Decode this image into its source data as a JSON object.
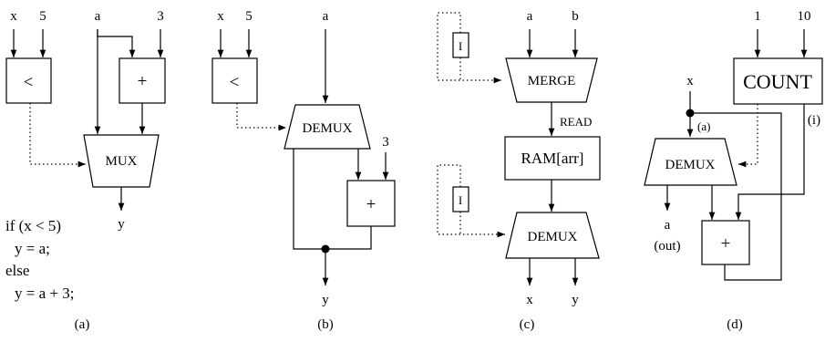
{
  "a": {
    "inputs": {
      "x": "x",
      "five": "5",
      "a": "a",
      "three": "3"
    },
    "less_than": "<",
    "adder": "+",
    "mux": "MUX",
    "output": "y",
    "code": [
      "if (x < 5)",
      "y = a;",
      "else",
      "y = a + 3;"
    ],
    "caption": "(a)"
  },
  "b": {
    "inputs": {
      "x": "x",
      "five": "5",
      "a": "a",
      "three": "3"
    },
    "less_than": "<",
    "demux": "DEMUX",
    "adder": "+",
    "output": "y",
    "caption": "(b)"
  },
  "c": {
    "inputs": {
      "a": "a",
      "b": "b"
    },
    "i_top": "I",
    "merge": "MERGE",
    "read_label": "READ",
    "ram": "RAM[arr]",
    "i_bottom": "I",
    "demux": "DEMUX",
    "outputs": {
      "x": "x",
      "y": "y"
    },
    "caption": "(c)"
  },
  "d": {
    "inputs": {
      "one": "1",
      "ten": "10",
      "x": "x"
    },
    "count": "COUNT",
    "i_label": "(i)",
    "a_label": "(a)",
    "demux": "DEMUX",
    "adder": "+",
    "output_a": "a",
    "output_out": "(out)",
    "caption": "(d)"
  }
}
